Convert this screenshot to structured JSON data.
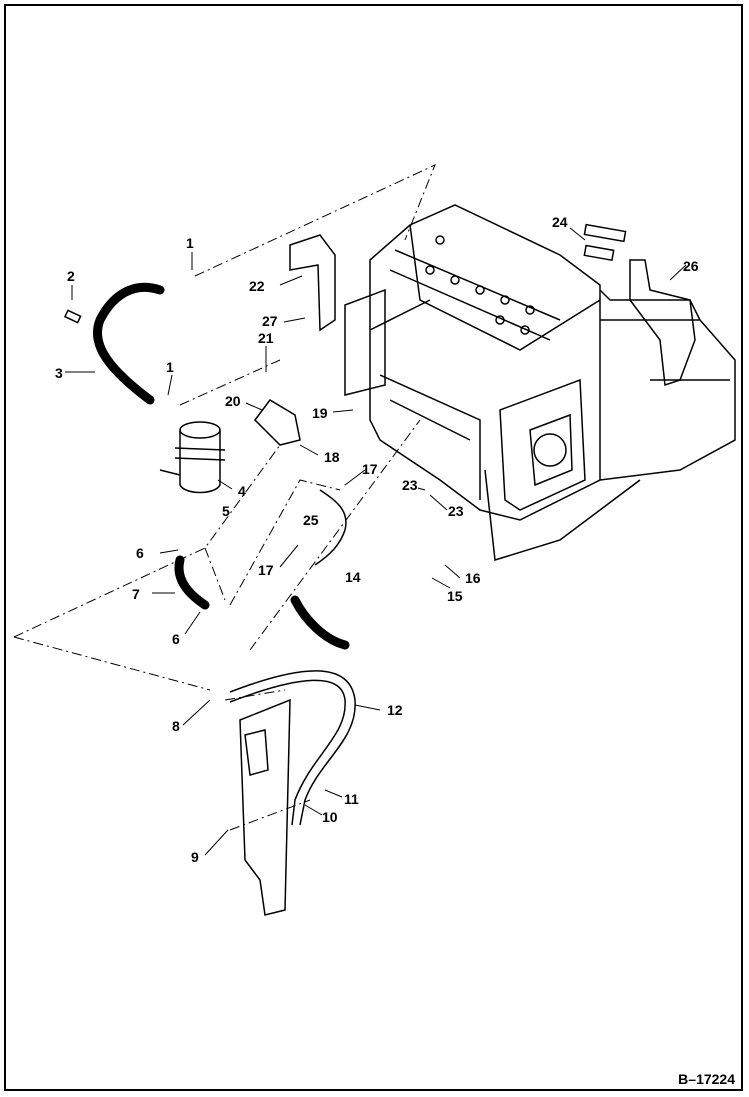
{
  "figure_id": "B–17224",
  "callouts": [
    "1",
    "1",
    "2",
    "3",
    "4",
    "5",
    "6",
    "6",
    "7",
    "8",
    "9",
    "10",
    "11",
    "12",
    "14",
    "15",
    "16",
    "17",
    "17",
    "18",
    "19",
    "20",
    "21",
    "22",
    "23",
    "23",
    "24",
    "25",
    "26",
    "27"
  ],
  "colors": {
    "line": "#000000",
    "background": "#ffffff"
  }
}
